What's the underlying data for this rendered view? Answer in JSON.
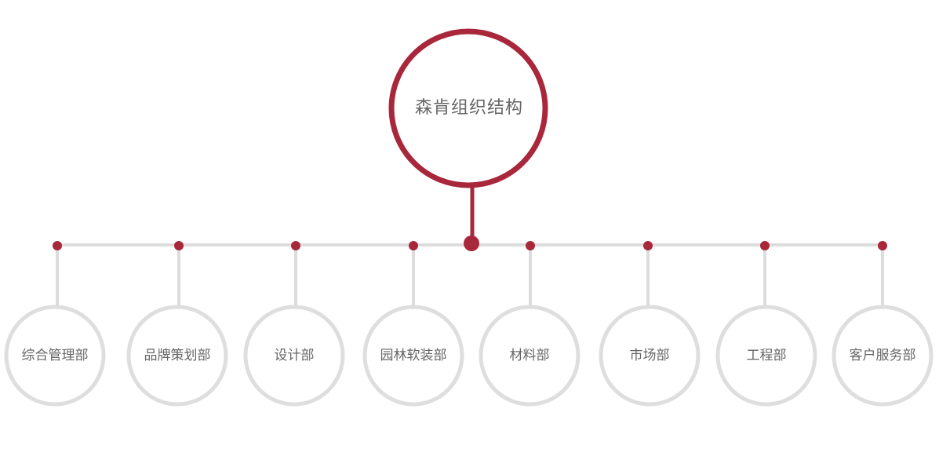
{
  "colors": {
    "accent": "#a8273a",
    "line_gray": "#dcdcdc",
    "text": "#666666",
    "background": "#ffffff"
  },
  "root": {
    "label": "森肯组织结构"
  },
  "departments": [
    {
      "label": "综合管理部"
    },
    {
      "label": "品牌策划部"
    },
    {
      "label": "设计部"
    },
    {
      "label": "园林软装部"
    },
    {
      "label": "材料部"
    },
    {
      "label": "市场部"
    },
    {
      "label": "工程部"
    },
    {
      "label": "客户服务部"
    }
  ]
}
